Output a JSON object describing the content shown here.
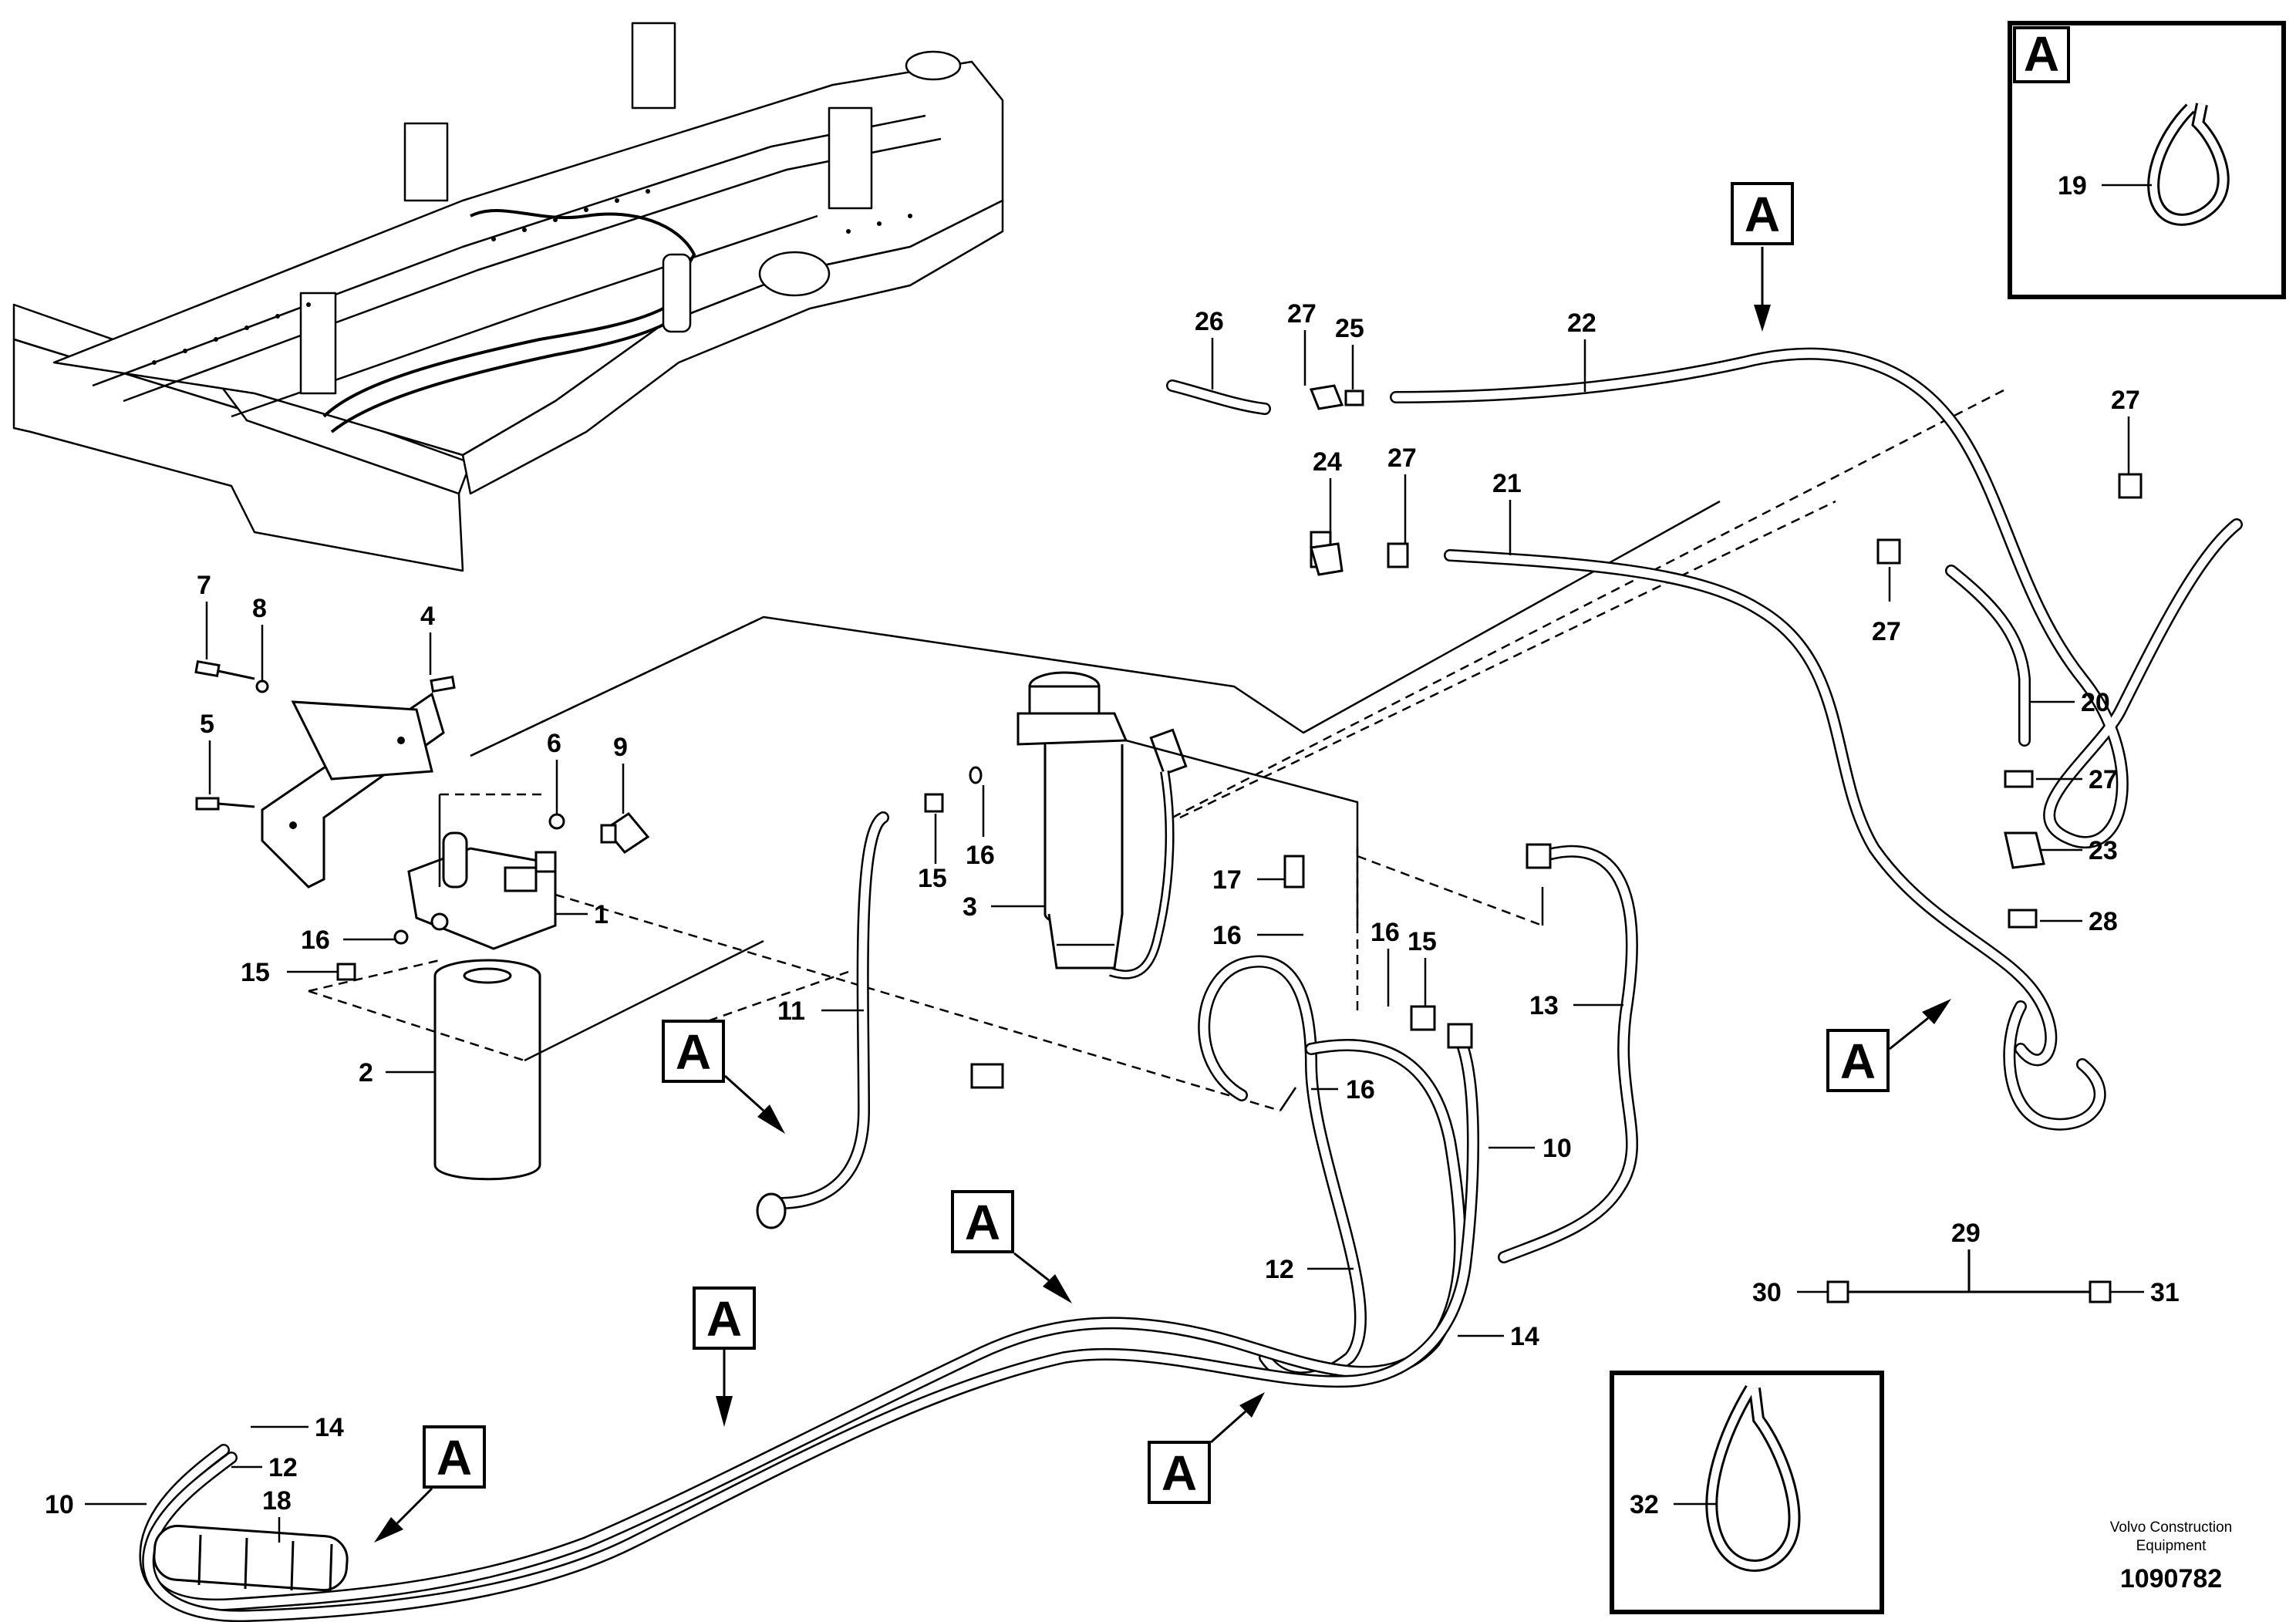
{
  "diagram": {
    "section_marker": "A",
    "item_labels": {
      "l1": "1",
      "l2": "2",
      "l3": "3",
      "l4": "4",
      "l5": "5",
      "l6": "6",
      "l7": "7",
      "l8": "8",
      "l9": "9",
      "l10a": "10",
      "l10b": "10",
      "l11": "11",
      "l12a": "12",
      "l12b": "12",
      "l13": "13",
      "l14a": "14",
      "l14b": "14",
      "l15a": "15",
      "l15b": "15",
      "l15c": "15",
      "l16a": "16",
      "l16b": "16",
      "l16c": "16",
      "l16d": "16",
      "l16e": "16",
      "l17": "17",
      "l18": "18",
      "l19": "19",
      "l20": "20",
      "l21": "21",
      "l22": "22",
      "l23": "23",
      "l24": "24",
      "l25": "25",
      "l26": "26",
      "l27a": "27",
      "l27b": "27",
      "l27c": "27",
      "l27d": "27",
      "l27e": "27",
      "l28": "28",
      "l29": "29",
      "l30": "30",
      "l31": "31",
      "l32": "32"
    },
    "footer": {
      "brand_line1": "Volvo Construction",
      "brand_line2": "Equipment",
      "doc_number": "1090782"
    }
  }
}
